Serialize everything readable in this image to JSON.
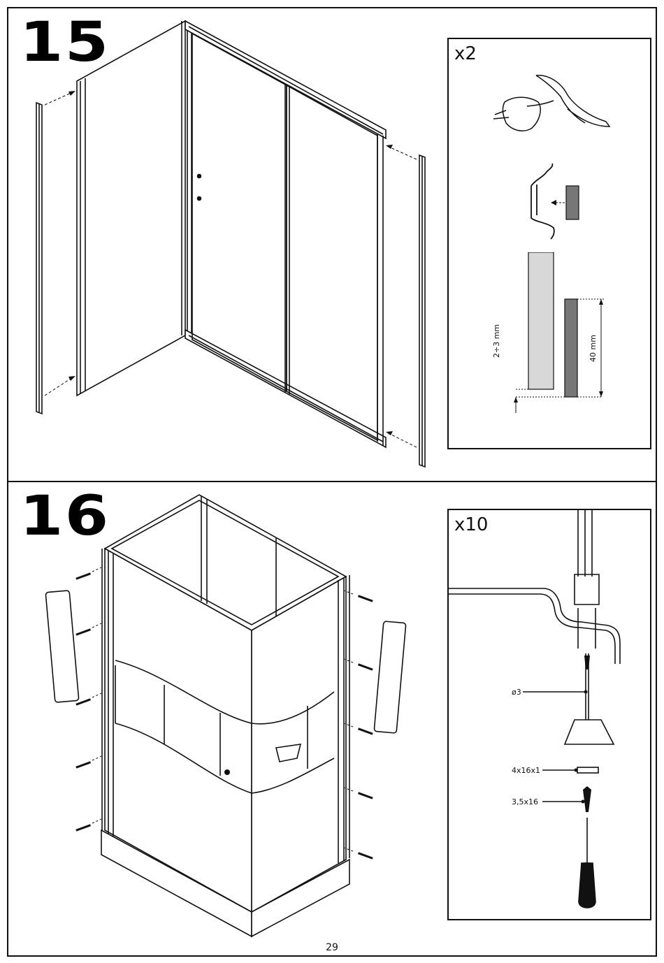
{
  "steps": [
    {
      "number": "15",
      "inset": {
        "quantity": "x2",
        "gap_label": "2÷3 mm",
        "height_label": "40 mm"
      }
    },
    {
      "number": "16",
      "inset": {
        "quantity": "x10",
        "drill_label": "ø3",
        "plug_label": "4x16x1",
        "screw_label": "3,5x16"
      }
    }
  ],
  "page_number": "29"
}
